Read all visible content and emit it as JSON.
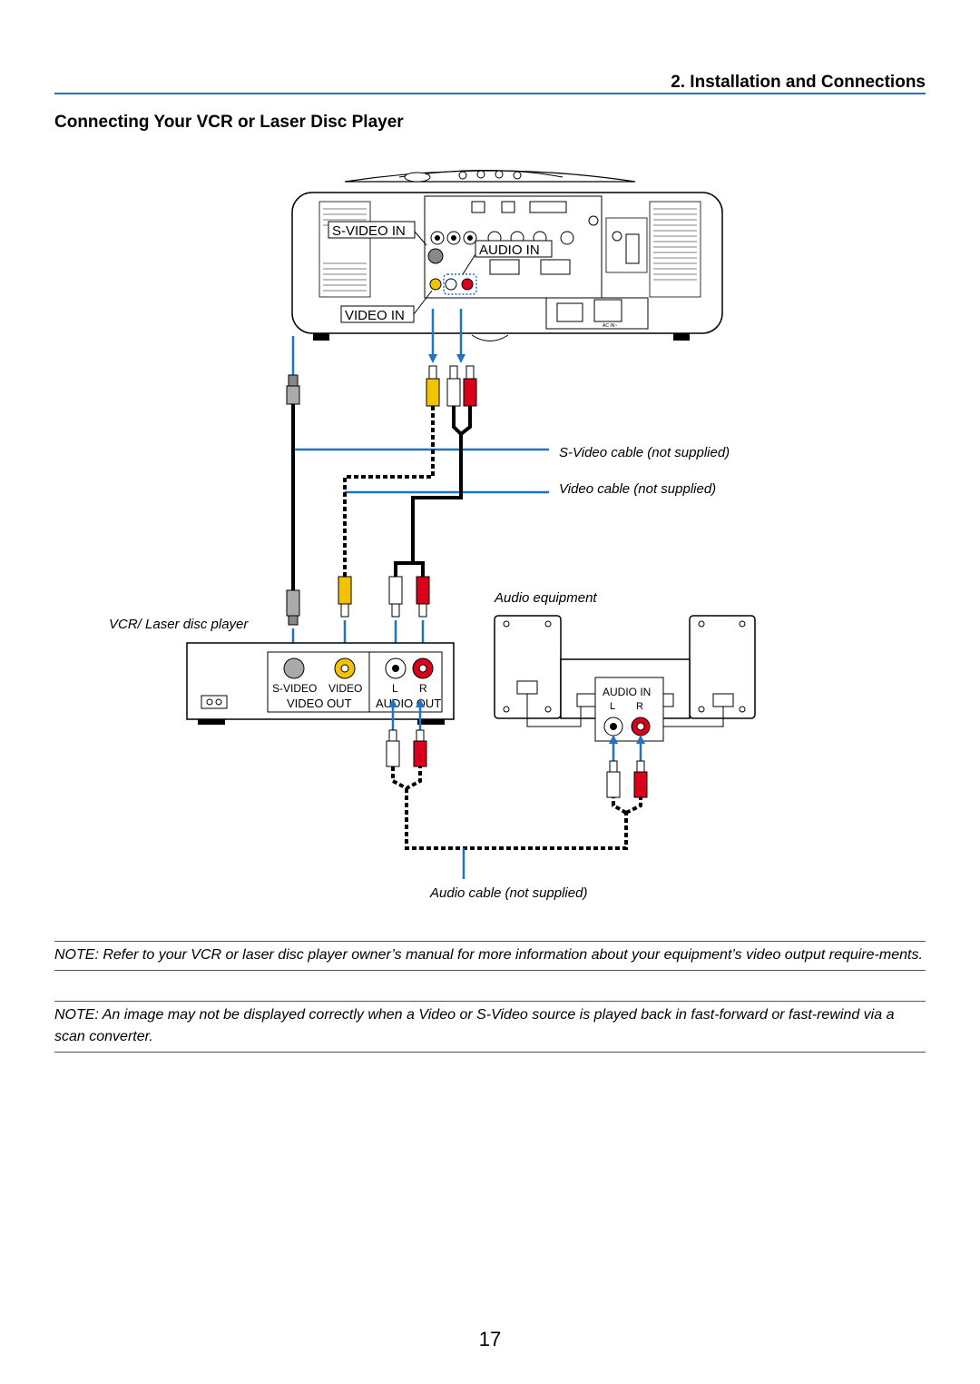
{
  "header": {
    "section_title": "2. Installation and Connections",
    "subsection_title": "Connecting Your VCR or Laser Disc Player"
  },
  "diagram": {
    "projector_labels": {
      "svideo_in": "S-VIDEO IN",
      "audio_in": "AUDIO IN",
      "video_in": "VIDEO IN",
      "ac_in": "AC IN~"
    },
    "captions": {
      "svideo_cable": "S-Video cable (not supplied)",
      "video_cable": "Video cable (not supplied)",
      "audio_equipment": "Audio equipment",
      "vcr_player": "VCR/ Laser disc player",
      "audio_cable": "Audio cable (not supplied)"
    },
    "vcr_labels": {
      "svideo": "S-VIDEO",
      "video": "VIDEO",
      "l": "L",
      "r": "R",
      "video_out": "VIDEO OUT",
      "audio_out": "AUDIO OUT"
    },
    "audio_equipment_labels": {
      "audio_in": "AUDIO IN",
      "l": "L",
      "r": "R"
    },
    "colors": {
      "accent_blue": "#1e73c7",
      "video_yellow": "#f2c400",
      "audio_red": "#d9001b",
      "audio_white": "#ffffff"
    }
  },
  "notes": [
    "NOTE: Refer to your VCR or laser disc player owner’s manual for more information about your equipment’s video output require-ments.",
    "NOTE: An image may not be displayed correctly when a Video or S-Video source is played back in fast-forward or fast-rewind via a scan converter."
  ],
  "page_number": "17"
}
